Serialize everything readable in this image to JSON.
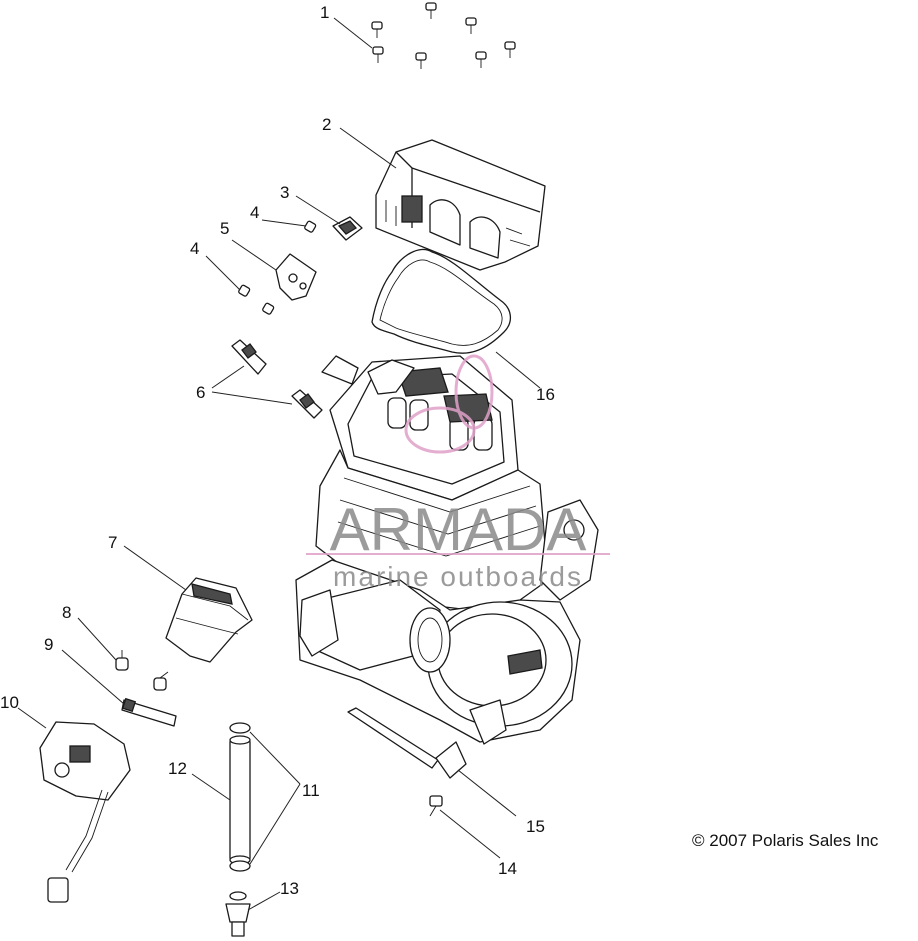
{
  "diagram": {
    "callouts": [
      {
        "label": "1"
      },
      {
        "label": "2"
      },
      {
        "label": "3"
      },
      {
        "label": "4"
      },
      {
        "label": "4"
      },
      {
        "label": "5"
      },
      {
        "label": "6"
      },
      {
        "label": "7"
      },
      {
        "label": "8"
      },
      {
        "label": "9"
      },
      {
        "label": "10"
      },
      {
        "label": "11"
      },
      {
        "label": "12"
      },
      {
        "label": "13"
      },
      {
        "label": "14"
      },
      {
        "label": "15"
      },
      {
        "label": "16"
      }
    ],
    "copyright": "© 2007 Polaris Sales Inc"
  },
  "watermark": {
    "brand": "ARMADA",
    "tagline": "marine outboards",
    "accent_color": "#e0a0c8",
    "text_color": "#8a8a8a"
  }
}
